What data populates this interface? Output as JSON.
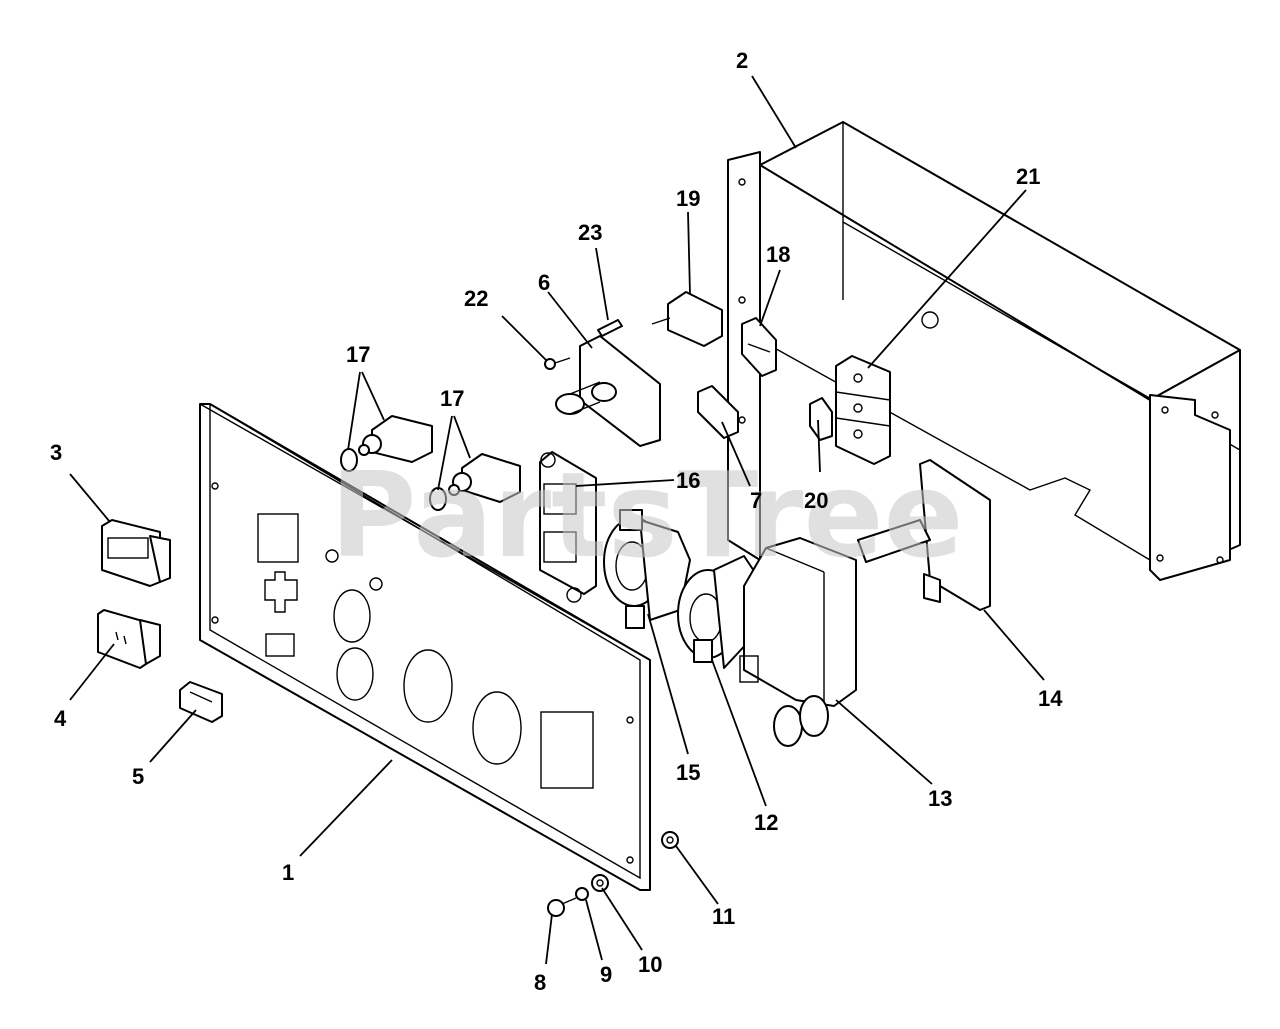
{
  "watermark": "PartsTree",
  "labels": {
    "p1": "1",
    "p2": "2",
    "p3": "3",
    "p4": "4",
    "p5": "5",
    "p6": "6",
    "p7": "7",
    "p8": "8",
    "p9": "9",
    "p10": "10",
    "p11": "11",
    "p12": "12",
    "p13": "13",
    "p14": "14",
    "p15": "15",
    "p16": "16",
    "p17a": "17",
    "p17b": "17",
    "p18": "18",
    "p19": "19",
    "p20": "20",
    "p21": "21",
    "p22": "22",
    "p23": "23"
  }
}
